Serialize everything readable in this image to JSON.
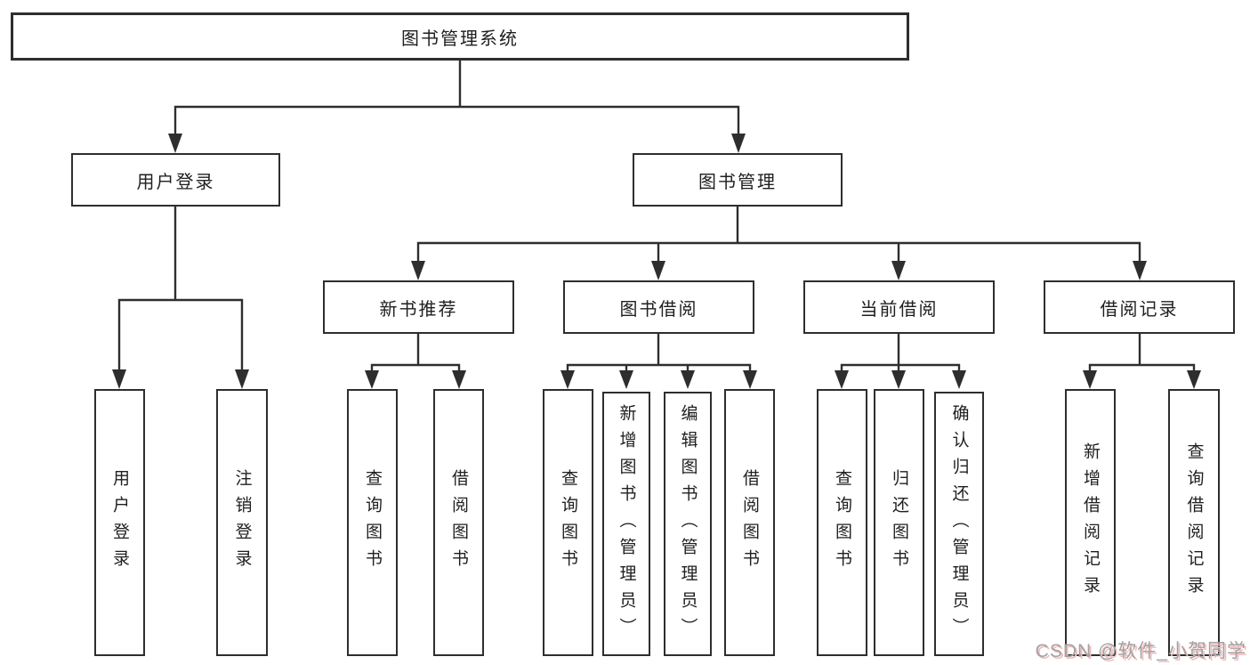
{
  "diagram": {
    "root": {
      "label": "图书管理系统"
    },
    "level2": [
      {
        "id": "user-login",
        "label": "用户登录"
      },
      {
        "id": "book-management",
        "label": "图书管理"
      }
    ],
    "level3": [
      {
        "id": "new-book-recommend",
        "label": "新书推荐"
      },
      {
        "id": "book-borrow",
        "label": "图书借阅"
      },
      {
        "id": "current-borrow",
        "label": "当前借阅"
      },
      {
        "id": "borrow-records",
        "label": "借阅记录"
      }
    ],
    "leaves": [
      {
        "parent": "用户登录",
        "label": "用户登录"
      },
      {
        "parent": "用户登录",
        "label": "注销登录"
      },
      {
        "parent": "新书推荐",
        "label": "查询图书"
      },
      {
        "parent": "新书推荐",
        "label": "借阅图书"
      },
      {
        "parent": "图书借阅",
        "label": "查询图书"
      },
      {
        "parent": "图书借阅",
        "label": "新增图书（管理员）"
      },
      {
        "parent": "图书借阅",
        "label": "编辑图书（管理员）"
      },
      {
        "parent": "图书借阅",
        "label": "借阅图书"
      },
      {
        "parent": "当前借阅",
        "label": "查询图书"
      },
      {
        "parent": "当前借阅",
        "label": "归还图书"
      },
      {
        "parent": "当前借阅",
        "label": "确认归还（管理员）"
      },
      {
        "parent": "借阅记录",
        "label": "新增借阅记录"
      },
      {
        "parent": "借阅记录",
        "label": "查询借阅记录"
      }
    ],
    "colors": {
      "line": "#2e2e2e",
      "box_border": "#2e2e2e",
      "text": "#1f1f1f",
      "background": "#ffffff"
    }
  },
  "watermark": {
    "text": "CSDN @软件_小贺同学",
    "color": "#a2a2a2",
    "shadow_color": "#f3bcbc"
  }
}
